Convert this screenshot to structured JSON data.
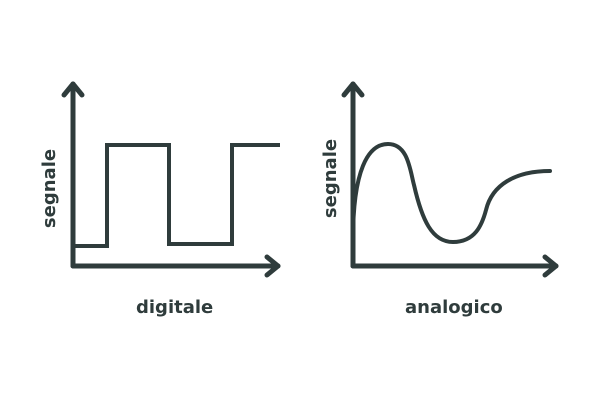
{
  "colors": {
    "stroke": "#2f3c3c",
    "background": "#ffffff"
  },
  "panels": [
    {
      "id": "digital",
      "ylabel": "segnale",
      "xlabel": "digitale"
    },
    {
      "id": "analog",
      "ylabel": "segnale",
      "xlabel": "analogico"
    }
  ],
  "chart_data": [
    {
      "type": "line",
      "title": "digitale",
      "xlabel": "digitale",
      "ylabel": "segnale",
      "style": "step (square wave)",
      "x": [
        73,
        107,
        107,
        169,
        169,
        232,
        232,
        280
      ],
      "y": [
        "low",
        "low",
        "high",
        "high",
        "low",
        "low",
        "high",
        "high"
      ]
    },
    {
      "type": "line",
      "title": "analogico",
      "xlabel": "analogico",
      "ylabel": "segnale",
      "style": "smooth continuous curve",
      "x": [
        "start",
        "peak",
        "trough",
        "rise",
        "end"
      ],
      "y": [
        "low",
        "high",
        "low",
        "mid",
        "mid-high"
      ]
    }
  ]
}
